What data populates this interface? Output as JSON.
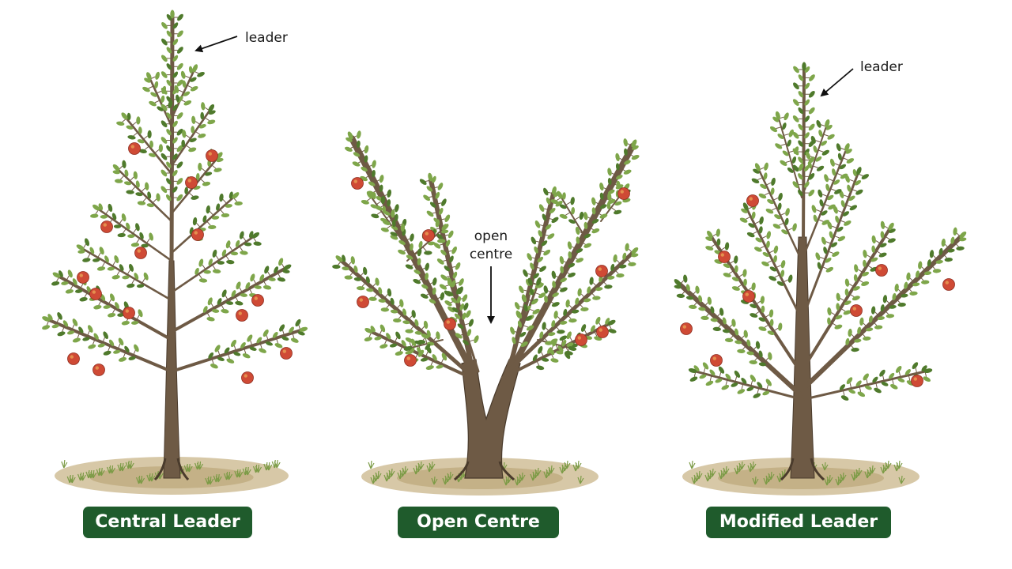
{
  "colors": {
    "badge": "#1f5b2c",
    "bark": "#6e5a45",
    "bark_dark": "#4a3b2c",
    "leaf": "#7ea64a",
    "leaf_dark": "#4f7a2c",
    "apple": "#cf4a35",
    "ground": "#c9b68a",
    "grass": "#7c9b46"
  },
  "trees": [
    {
      "id": "central",
      "label": "Central Leader",
      "annotation": "leader"
    },
    {
      "id": "open",
      "label": "Open Centre",
      "annotation_line1": "open",
      "annotation_line2": "centre"
    },
    {
      "id": "modified",
      "label": "Modified Leader",
      "annotation": "leader"
    }
  ]
}
